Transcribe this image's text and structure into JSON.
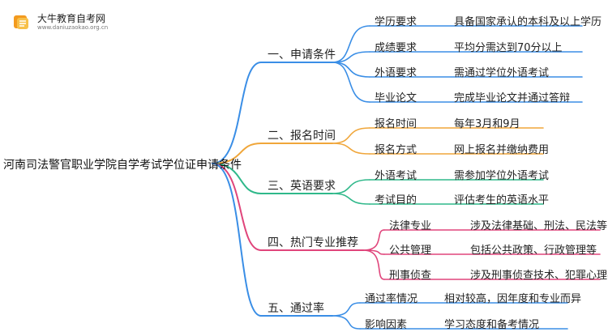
{
  "logo": {
    "title": "大牛教育自考网",
    "subtitle": "www.daniuzaokao.org.cn"
  },
  "root": {
    "label": "河南司法警官职业学院自学考试学位证申请条件"
  },
  "colors": {
    "b0": "#3a8ee6",
    "b1": "#f0a63a",
    "b2": "#2fb88a",
    "b3": "#e0457b",
    "b4": "#3a8ee6"
  },
  "branches": [
    {
      "label": "一、申请条件",
      "items": [
        {
          "key": "学历要求",
          "value": "具备国家承认的本科及以上学历"
        },
        {
          "key": "成绩要求",
          "value": "平均分需达到70分以上"
        },
        {
          "key": "外语要求",
          "value": "需通过学位外语考试"
        },
        {
          "key": "毕业论文",
          "value": "完成毕业论文并通过答辩"
        }
      ]
    },
    {
      "label": "二、报名时间",
      "items": [
        {
          "key": "报名时间",
          "value": "每年3月和9月"
        },
        {
          "key": "报名方式",
          "value": "网上报名并缴纳费用"
        }
      ]
    },
    {
      "label": "三、英语要求",
      "items": [
        {
          "key": "外语考试",
          "value": "需参加学位外语考试"
        },
        {
          "key": "考试目的",
          "value": "评估考生的英语水平"
        }
      ]
    },
    {
      "label": "四、热门专业推荐",
      "items": [
        {
          "key": "法律专业",
          "value": "涉及法律基础、刑法、民法等"
        },
        {
          "key": "公共管理",
          "value": "包括公共政策、行政管理等"
        },
        {
          "key": "刑事侦查",
          "value": "涉及刑事侦查技术、犯罪心理学等"
        }
      ]
    },
    {
      "label": "五、通过率",
      "items": [
        {
          "key": "通过率情况",
          "value": "相对较高，因年度和专业而异"
        },
        {
          "key": "影响因素",
          "value": "学习态度和备考情况"
        }
      ]
    }
  ]
}
